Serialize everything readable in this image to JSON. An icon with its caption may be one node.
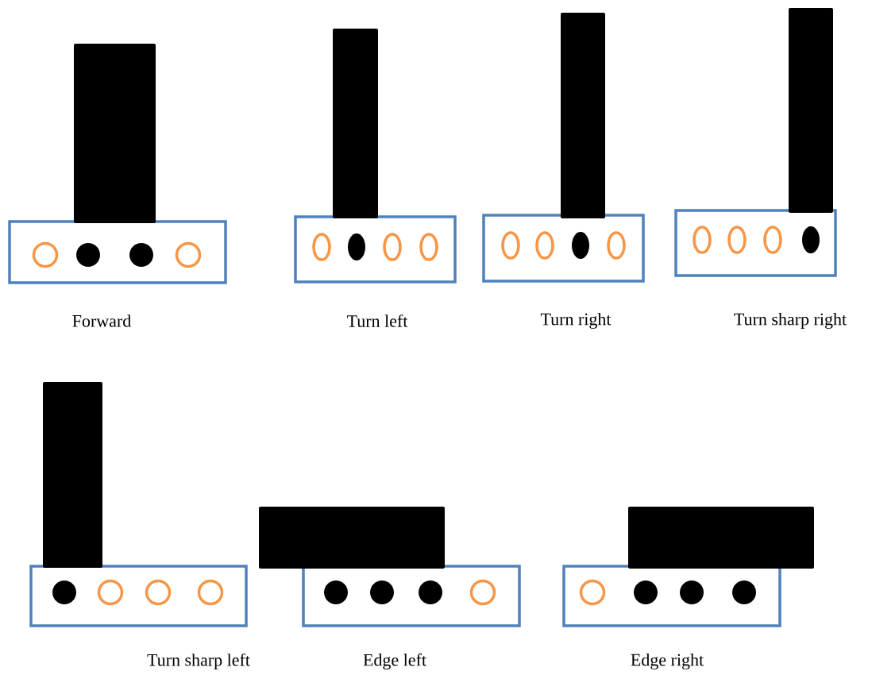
{
  "diagram": {
    "labels": [
      "Forward",
      "Turn left",
      "Turn right",
      "Turn sharp right",
      "Turn sharp left",
      "Edge left",
      "Edge right"
    ]
  }
}
